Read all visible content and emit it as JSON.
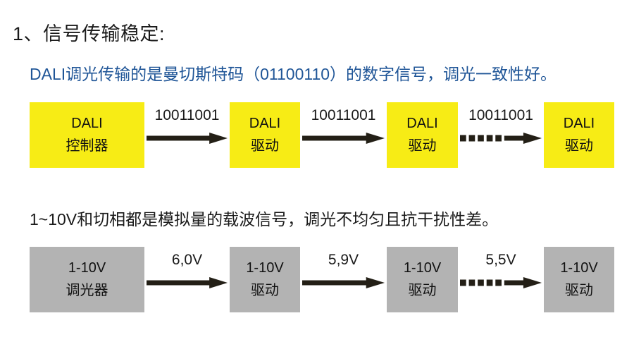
{
  "page": {
    "title": "1、信号传输稳定:",
    "background": "#ffffff"
  },
  "colors": {
    "blue_text": "#1f5597",
    "black_text": "#1a1a1a",
    "dali_node_fill": "#f7ec15",
    "analog_node_fill": "#b3b3b3",
    "arrow": "#231f16"
  },
  "dali_section": {
    "description": "DALI调光传输的是曼切斯特码（01100110）的数字信号，调光一致性好。",
    "nodes": [
      {
        "line1": "DALI",
        "line2": "控制器"
      },
      {
        "line1": "DALI",
        "line2": "驱动"
      },
      {
        "line1": "DALI",
        "line2": "驱动"
      },
      {
        "line1": "DALI",
        "line2": "驱动"
      }
    ],
    "connectors": [
      {
        "label": "10011001",
        "style": "solid"
      },
      {
        "label": "10011001",
        "style": "solid"
      },
      {
        "label": "10011001",
        "style": "dashed"
      }
    ]
  },
  "analog_section": {
    "description": "1~10V和切相都是模拟量的载波信号，调光不均匀且抗干扰性差。",
    "nodes": [
      {
        "line1": "1-10V",
        "line2": "调光器"
      },
      {
        "line1": "1-10V",
        "line2": "驱动"
      },
      {
        "line1": "1-10V",
        "line2": "驱动"
      },
      {
        "line1": "1-10V",
        "line2": "驱动"
      }
    ],
    "connectors": [
      {
        "label": "6,0V",
        "style": "solid"
      },
      {
        "label": "5,9V",
        "style": "solid"
      },
      {
        "label": "5,5V",
        "style": "dashed"
      }
    ]
  }
}
